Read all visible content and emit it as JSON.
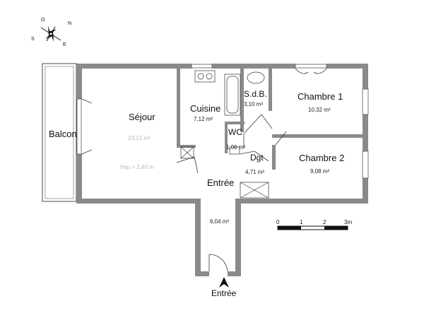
{
  "compass": {
    "north": "N",
    "east": "E",
    "south": "S",
    "west": "O"
  },
  "rooms": {
    "sejour": {
      "name": "Séjour",
      "area": "23,12 m²",
      "note": "Hsp = 2,40 m"
    },
    "cuisine": {
      "name": "Cuisine",
      "area": "7,12 m²"
    },
    "sdb": {
      "name": "S.d.B.",
      "area": "3,10 m²"
    },
    "chambre1": {
      "name": "Chambre 1",
      "area": "10,32 m²"
    },
    "chambre2": {
      "name": "Chambre 2",
      "area": "9,08 m²"
    },
    "wc": {
      "name": "WC",
      "area": "1,08 m²"
    },
    "dgt": {
      "name": "Dgt",
      "area": "4,71 m²"
    },
    "entree": {
      "name": "Entrée",
      "area": "6,04 m²"
    },
    "balcon": {
      "name": "Balcon"
    }
  },
  "entrance_label": "Entrée",
  "scale": {
    "ticks": [
      "0",
      "1",
      "2",
      "3m"
    ]
  },
  "colors": {
    "wall": "#8a8a8a",
    "line": "#333333",
    "faded_text": "#b8b8b8"
  }
}
